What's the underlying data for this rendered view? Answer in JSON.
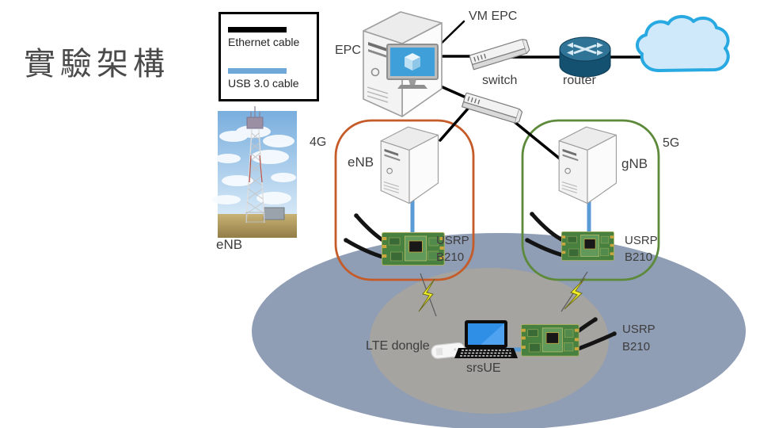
{
  "slide_title": "實驗架構",
  "legend": {
    "ethernet": "Ethernet cable",
    "usb": "USB 3.0  cable"
  },
  "labels": {
    "vm_epc": "VM EPC",
    "epc": "EPC",
    "switch": "switch",
    "router": "router",
    "band_4g": "4G",
    "band_5g": "5G",
    "enb": "eNB",
    "gnb": "gNB",
    "usrp_line1": "USRP",
    "usrp_line2": "B210",
    "lte_dongle": "LTE dongle",
    "srsue": "srsUE"
  },
  "colors": {
    "label_text": "#3d3d3d",
    "ethernet_cable": "#000000",
    "usb_cable": "#5b9bd5",
    "lte_zone_border": "#c45b28",
    "nr_zone_border": "#5c8a3a",
    "outer_coverage": "#8f9db5",
    "inner_coverage": "#a5a4a0",
    "cloud_fill": "#cfe9fa",
    "cloud_stroke": "#29a9e1",
    "router_body": "#14506f",
    "lightning": "#f3ef25"
  },
  "connections": [
    {
      "from": "EPC",
      "to": "switch",
      "cable": "ethernet"
    },
    {
      "from": "switch",
      "to": "router",
      "cable": "ethernet"
    },
    {
      "from": "router",
      "to": "cloud",
      "cable": "ethernet"
    },
    {
      "from": "EPC",
      "to": "switch-2",
      "cable": "ethernet"
    },
    {
      "from": "switch-2",
      "to": "eNB",
      "cable": "ethernet"
    },
    {
      "from": "switch-2",
      "to": "gNB",
      "cable": "ethernet"
    },
    {
      "from": "eNB",
      "to": "USRP B210",
      "cable": "usb3"
    },
    {
      "from": "gNB",
      "to": "USRP B210",
      "cable": "usb3"
    },
    {
      "from": "srsUE",
      "to": "USRP B210",
      "cable": "usb3"
    },
    {
      "from": "eNB USRP B210",
      "to": "srsUE",
      "link": "radio"
    },
    {
      "from": "gNB USRP B210",
      "to": "srsUE",
      "link": "radio"
    }
  ]
}
